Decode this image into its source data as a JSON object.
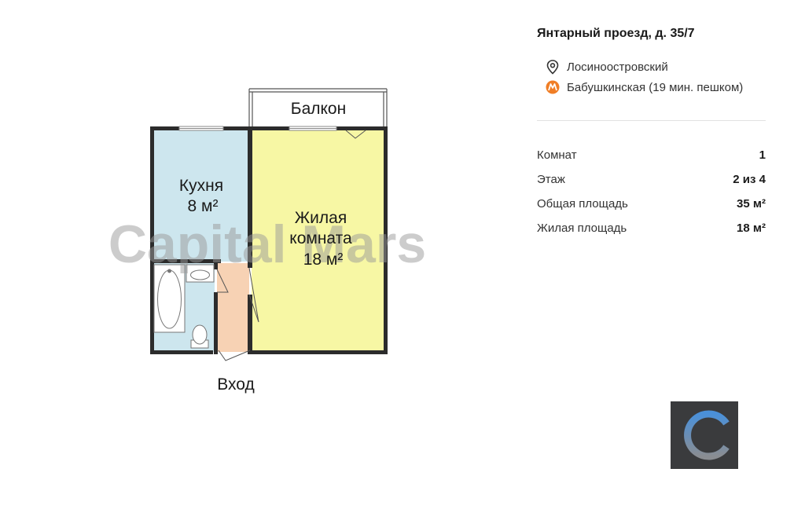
{
  "floor_plan": {
    "watermark": "Capital Mars",
    "rooms": {
      "balcony": {
        "label": "Балкон"
      },
      "kitchen": {
        "label": "Кухня",
        "area": "8 м²",
        "color": "#cde6ee"
      },
      "living": {
        "label_line1": "Жилая",
        "label_line2": "комната",
        "area": "18 м²",
        "color": "#f7f7a4"
      },
      "bathroom": {
        "color": "#cde6ee"
      },
      "hallway": {
        "color": "#f7d2b4"
      }
    },
    "entrance_label": "Вход"
  },
  "listing": {
    "address": "Янтарный проезд, д. 35/7",
    "district": {
      "icon": "map-pin-icon",
      "name": "Лосиноостровский"
    },
    "metro": {
      "icon": "metro-icon",
      "name": "Бабушкинская (19 мин. пешком)",
      "color": "#f07e26"
    },
    "params": [
      {
        "label": "Комнат",
        "value": "1"
      },
      {
        "label": "Этаж",
        "value": "2 из 4"
      },
      {
        "label": "Общая площадь",
        "value": "35 м²"
      },
      {
        "label": "Жилая площадь",
        "value": "18 м²"
      }
    ]
  },
  "logo": {
    "icon": "capital-mars-logo-icon",
    "ring_color": "#4a90d9",
    "bg_color": "#3a3b3d"
  }
}
